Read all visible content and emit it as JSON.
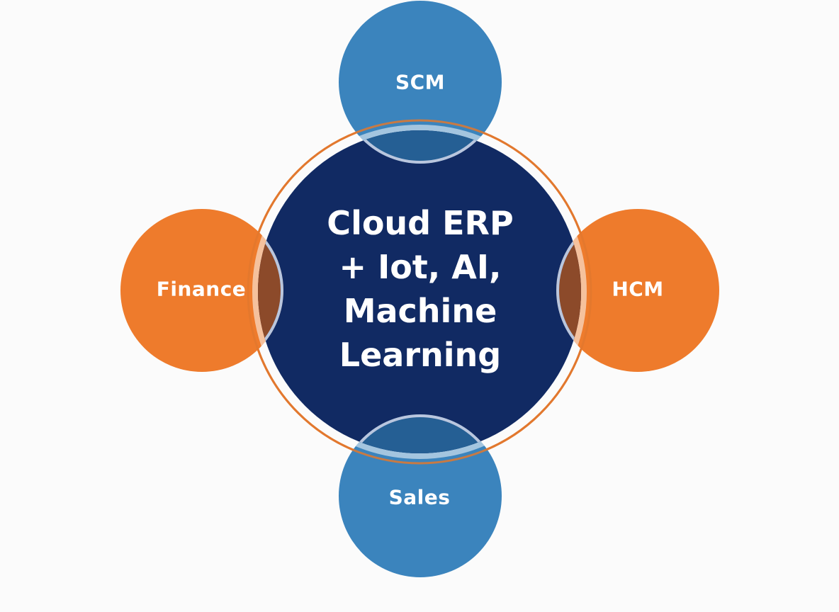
{
  "colors": {
    "background": "#fbfbfb",
    "core_fill": "#112a63",
    "ring_stroke": "#e2782e",
    "blue_node": "#3b84bd",
    "orange_node": "#ee7b2c",
    "overlap_blue": "#255f94",
    "overlap_orange": "#8c4a2a",
    "overlap_edge": "#b9c6de"
  },
  "core": {
    "lines": [
      "Cloud ERP",
      "+ Iot, AI,",
      "Machine",
      "Learning"
    ]
  },
  "nodes": {
    "top": {
      "label": "SCM"
    },
    "left": {
      "label": "Finance"
    },
    "right": {
      "label": "HCM"
    },
    "bottom": {
      "label": "Sales"
    }
  }
}
